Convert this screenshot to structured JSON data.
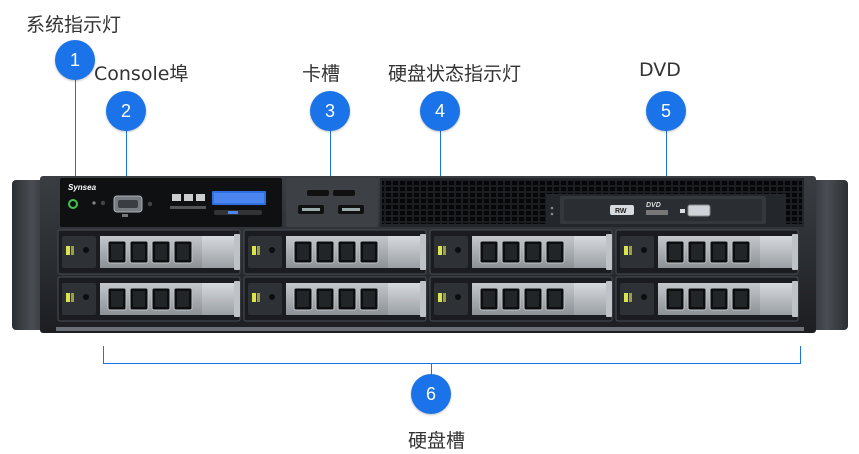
{
  "callouts": [
    {
      "number": "1",
      "label": "系统指示灯"
    },
    {
      "number": "2",
      "label": "Console埠"
    },
    {
      "number": "3",
      "label": "卡槽"
    },
    {
      "number": "4",
      "label": "硬盘状态指示灯"
    },
    {
      "number": "5",
      "label": "DVD"
    },
    {
      "number": "6",
      "label": "硬盘槽"
    }
  ],
  "server": {
    "brand": "Synsea",
    "optical_drive": {
      "rw": "RW",
      "dvd": "DVD"
    }
  },
  "colors": {
    "accent": "#1a73e8",
    "chassis": "#2a2d31",
    "drive_tray": "#9aa0a6",
    "lcd": "#2f6fe0"
  }
}
